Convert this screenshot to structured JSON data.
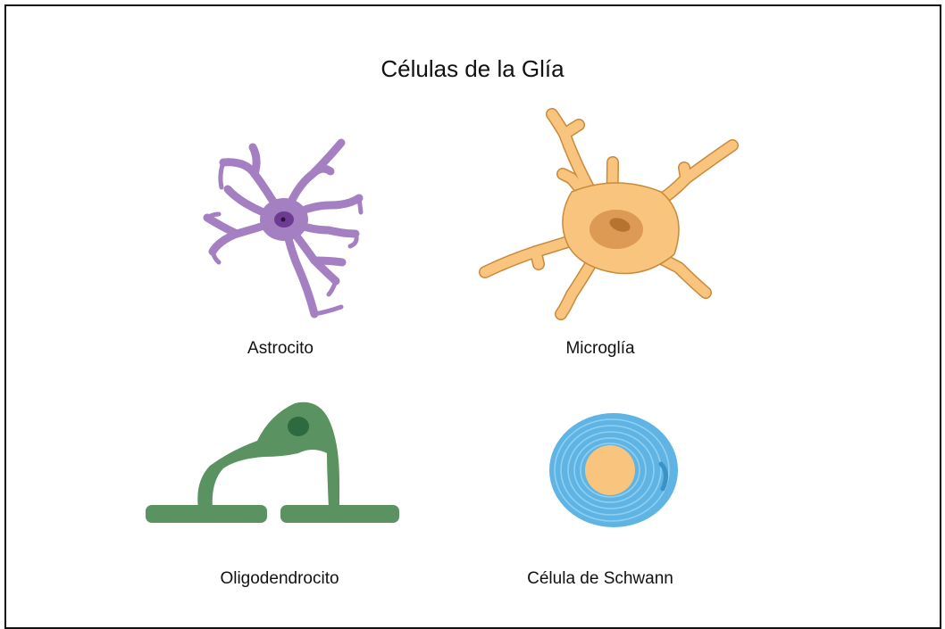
{
  "diagram": {
    "title": "Células de la Glía",
    "cells": [
      {
        "label": "Astrocito",
        "icon": "astrocyte-icon",
        "color": "#a47fc1"
      },
      {
        "label": "Microglía",
        "icon": "microglia-icon",
        "color": "#f8c47e"
      },
      {
        "label": "Oligodendrocito",
        "icon": "oligodendrocyte-icon",
        "color": "#5a9361"
      },
      {
        "label": "Célula de Schwann",
        "icon": "schwann-cell-icon",
        "color": "#5fb4e3"
      }
    ]
  }
}
